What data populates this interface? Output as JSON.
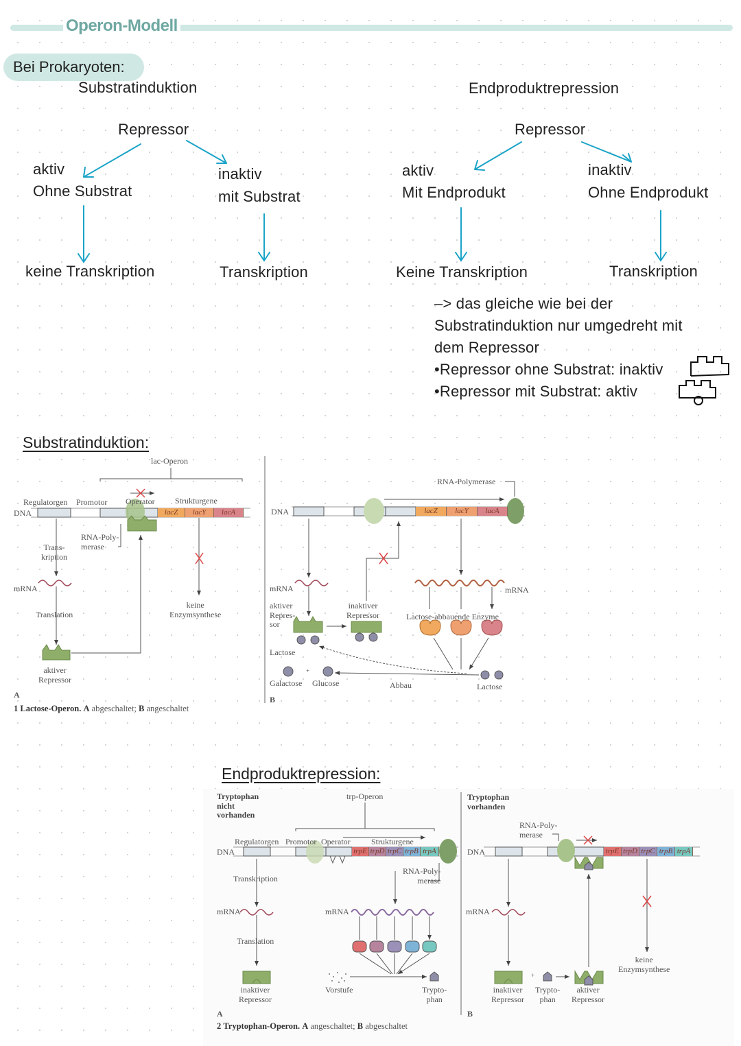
{
  "header": {
    "title": "Operon-Modell",
    "subtitle": "Bei Prokaryoten:"
  },
  "notes": {
    "left": {
      "heading": "Substratinduktion",
      "repressor": "Repressor",
      "aktiv": "aktiv",
      "ohne_substrat": "Ohne Substrat",
      "inaktiv": "inaktiv",
      "mit_substrat": "mit Substrat",
      "keine_transkription": "keine Transkription",
      "transkription": "Transkription"
    },
    "right": {
      "heading": "Endproduktrepression",
      "repressor": "Repressor",
      "aktiv": "aktiv",
      "mit_endprodukt": "Mit Endprodukt",
      "inaktiv": "inaktiv",
      "ohne_endprodukt": "Ohne Endprodukt",
      "keine_transkription": "Keine Transkription",
      "transkription": "Transkription"
    },
    "comment": [
      "–> das gleiche wie bei der",
      "Substratinduktion nur umgedreht mit",
      "dem Repressor",
      "•Repressor ohne Substrat: inaktiv",
      "•Repressor mit Substrat: aktiv"
    ],
    "arrow_color": "#1aa3c8"
  },
  "fig1": {
    "section_title": "Substratinduktion:",
    "a": {
      "operon": "lac-Operon",
      "regulatorgen": "Regulatorgen",
      "promotor": "Promotor",
      "operator": "Operator",
      "strukturgene": "Strukturgene",
      "dna": "DNA",
      "genes": [
        "lacZ",
        "lacY",
        "lacA"
      ],
      "rna_pol": "RNA-Poly-\nmerase",
      "transkription": "Trans-\nkription",
      "mrna": "mRNA",
      "translation": "Translation",
      "keine_enzym": "keine\nEnzymsynthese",
      "aktiver_repressor": "aktiver\nRepressor",
      "panel": "A"
    },
    "b": {
      "rna_polymerase": "RNA-Polymerase",
      "dna": "DNA",
      "genes": [
        "lacZ",
        "lacY",
        "lacA"
      ],
      "mrna_left": "mRNA",
      "mrna_right": "mRNA",
      "aktiver_repressor": "aktiver\nRepres-\nsor",
      "inaktiver_repressor": "inaktiver\nRepressor",
      "enzyme": "Lactose-abbauende Enzyme",
      "lactose_left": "Lactose",
      "galactose": "Galactose",
      "plus": "+",
      "glucose": "Glucose",
      "abbau": "Abbau",
      "lactose_right": "Lactose",
      "panel": "B"
    },
    "caption": {
      "num": "1",
      "title": "Lactose-Operon.",
      "a": "A",
      "a_text": "abgeschaltet;",
      "b": "B",
      "b_text": "angeschaltet"
    }
  },
  "fig2": {
    "section_title": "Endproduktrepression:",
    "a": {
      "condition": "Tryptophan\nnicht\nvorhanden",
      "operon": "trp-Operon",
      "regulatorgen": "Regulatorgen",
      "promotor": "Promotor",
      "operator": "Operator",
      "strukturgene": "Strukturgene",
      "dna": "DNA",
      "genes": [
        "trpE",
        "trpD",
        "trpC",
        "trpB",
        "trpA"
      ],
      "transkription": "Transkription",
      "rna_pol": "RNA-Poly-\nmerase",
      "mrna_left": "mRNA",
      "mrna_right": "mRNA",
      "translation": "Translation",
      "inaktiver_repressor": "inaktiver\nRepressor",
      "vorstufe": "Vorstufe",
      "tryptophan": "Trypto-\nphan",
      "panel": "A"
    },
    "b": {
      "condition": "Tryptophan\nvorhanden",
      "rna_pol": "RNA-Poly-\nmerase",
      "dna": "DNA",
      "genes": [
        "trpE",
        "trpD",
        "trpC",
        "trpB",
        "trpA"
      ],
      "mrna": "mRNA",
      "keine_enzym": "keine\nEnzymsynthese",
      "inaktiver_repressor": "inaktiver\nRepressor",
      "plus": "+",
      "tryptophan": "Trypto-\nphan",
      "aktiver_repressor": "aktiver\nRepressor",
      "panel": "B"
    },
    "caption": {
      "num": "2",
      "title": "Tryptophan-Operon.",
      "a": "A",
      "a_text": "angeschaltet;",
      "b": "B",
      "b_text": "abgeschaltet"
    }
  },
  "colors": {
    "accent": "#cfe8e3",
    "title": "#6fa8a2",
    "repressor": "#8fae6a",
    "polymerase": "#a8c48c",
    "lacZ": "#f0a95e",
    "lacY": "#eea070",
    "lacA": "#d9838a",
    "trpE": "#e07070",
    "trpD": "#b7849e",
    "trpC": "#9a90b8",
    "trpB": "#7eb3d8",
    "trpA": "#76c8c0"
  }
}
